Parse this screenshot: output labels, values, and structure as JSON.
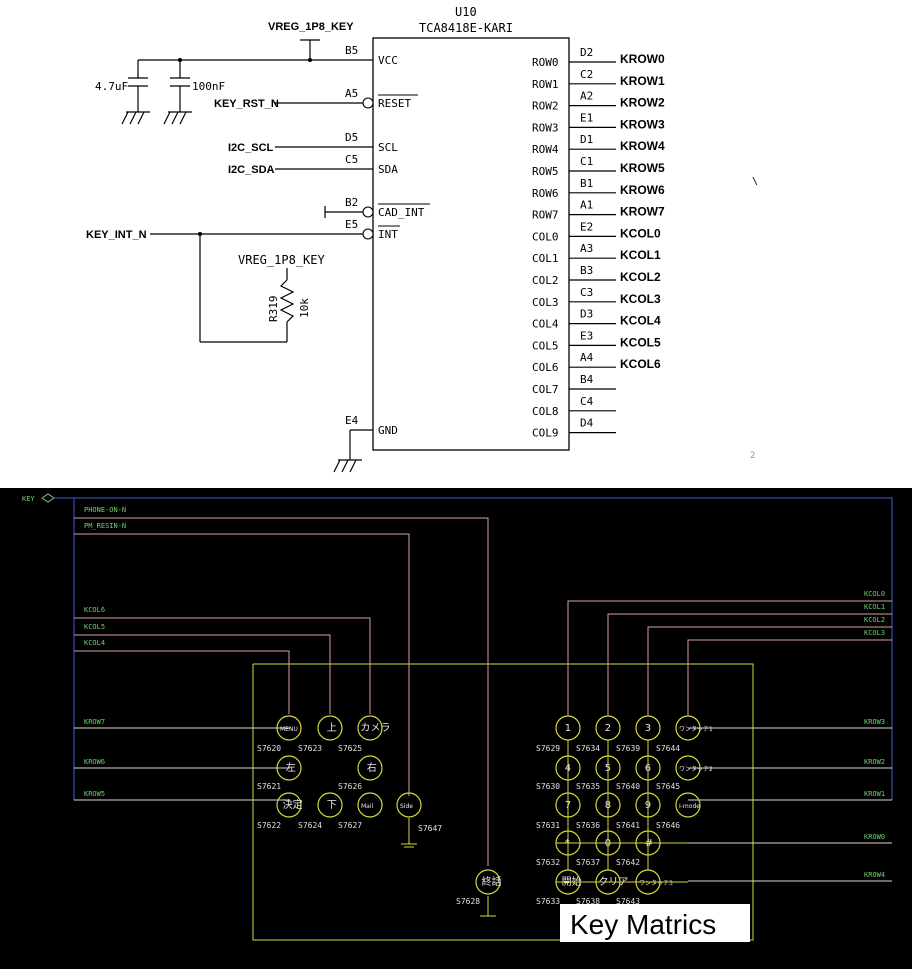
{
  "schematic": {
    "ref": "U10",
    "part": "TCA8418E-KARI",
    "supply_net": "VREG_1P8_KEY",
    "pullup_net": "VREG_1P8_KEY",
    "caps": [
      "4.7uF",
      "100nF"
    ],
    "resistor": {
      "ref": "R319",
      "value": "10k"
    },
    "left_pins": [
      {
        "ball": "B5",
        "name": "VCC",
        "net": ""
      },
      {
        "ball": "A5",
        "name": "RESET",
        "net": "KEY_RST_N"
      },
      {
        "ball": "D5",
        "name": "SCL",
        "net": "I2C_SCL"
      },
      {
        "ball": "C5",
        "name": "SDA",
        "net": "I2C_SDA"
      },
      {
        "ball": "B2",
        "name": "CAD_INT",
        "net": ""
      },
      {
        "ball": "E5",
        "name": "INT",
        "net": "KEY_INT_N"
      },
      {
        "ball": "E4",
        "name": "GND",
        "net": ""
      }
    ],
    "right_pins": [
      {
        "ball": "D2",
        "name": "ROW0",
        "net": "KROW0"
      },
      {
        "ball": "C2",
        "name": "ROW1",
        "net": "KROW1"
      },
      {
        "ball": "A2",
        "name": "ROW2",
        "net": "KROW2"
      },
      {
        "ball": "E1",
        "name": "ROW3",
        "net": "KROW3"
      },
      {
        "ball": "D1",
        "name": "ROW4",
        "net": "KROW4"
      },
      {
        "ball": "C1",
        "name": "ROW5",
        "net": "KROW5"
      },
      {
        "ball": "B1",
        "name": "ROW6",
        "net": "KROW6"
      },
      {
        "ball": "A1",
        "name": "ROW7",
        "net": "KROW7"
      },
      {
        "ball": "E2",
        "name": "COL0",
        "net": "KCOL0"
      },
      {
        "ball": "A3",
        "name": "COL1",
        "net": "KCOL1"
      },
      {
        "ball": "B3",
        "name": "COL2",
        "net": "KCOL2"
      },
      {
        "ball": "C3",
        "name": "COL3",
        "net": "KCOL3"
      },
      {
        "ball": "D3",
        "name": "COL4",
        "net": "KCOL4"
      },
      {
        "ball": "E3",
        "name": "COL5",
        "net": "KCOL5"
      },
      {
        "ball": "A4",
        "name": "COL6",
        "net": "KCOL6"
      },
      {
        "ball": "B4",
        "name": "COL7",
        "net": ""
      },
      {
        "ball": "C4",
        "name": "COL8",
        "net": ""
      },
      {
        "ball": "D4",
        "name": "COL9",
        "net": ""
      }
    ],
    "page_mark": "2"
  },
  "board": {
    "key_label": "KEY",
    "left_nets": [
      "PHONE-ON-N",
      "PM_RESIN-N",
      "KCOL6",
      "KCOL5",
      "KCOL4",
      "KROW7",
      "KROW6",
      "KROW5"
    ],
    "right_nets": [
      "KCOL0",
      "KCOL1",
      "KCOL2",
      "KCOL3",
      "KROW3",
      "KROW2",
      "KROW1",
      "KROW0",
      "KROW4"
    ],
    "left_keys": [
      {
        "label": "MENU",
        "ref": "S7620"
      },
      {
        "label": "上",
        "ref": "S7623"
      },
      {
        "label": "カメラ",
        "ref": "S7625"
      },
      {
        "label": "左",
        "ref": "S7621"
      },
      {
        "label": "右",
        "ref": "S7626"
      },
      {
        "label": "決定",
        "ref": "S7622"
      },
      {
        "label": "下",
        "ref": "S7624"
      },
      {
        "label": "Mail",
        "ref": "S7627"
      },
      {
        "label": "Side",
        "ref": "S7647"
      },
      {
        "label": "終話",
        "ref": "S7628"
      }
    ],
    "right_keys": [
      {
        "label": "1",
        "ref": "S7629"
      },
      {
        "label": "2",
        "ref": "S7634"
      },
      {
        "label": "3",
        "ref": "S7639"
      },
      {
        "label": "ワンタッチ1",
        "ref": "S7644"
      },
      {
        "label": "4",
        "ref": "S7630"
      },
      {
        "label": "5",
        "ref": "S7635"
      },
      {
        "label": "6",
        "ref": "S7640"
      },
      {
        "label": "ワンタッチ2",
        "ref": "S7645"
      },
      {
        "label": "7",
        "ref": "S7631"
      },
      {
        "label": "8",
        "ref": "S7636"
      },
      {
        "label": "9",
        "ref": "S7641"
      },
      {
        "label": "I-mode",
        "ref": "S7646"
      },
      {
        "label": "*",
        "ref": "S7632"
      },
      {
        "label": "0",
        "ref": "S7637"
      },
      {
        "label": "#",
        "ref": "S7642"
      },
      {
        "label": "開始",
        "ref": "S7633"
      },
      {
        "label": "クリア",
        "ref": "S7638"
      },
      {
        "label": "ワンタッチ3",
        "ref": "S7643"
      }
    ],
    "caption": "Key Matrics"
  },
  "colors": {
    "board_bg": "#000000",
    "net_text": "#6fd06f",
    "key_outline": "#d7d73a"
  }
}
